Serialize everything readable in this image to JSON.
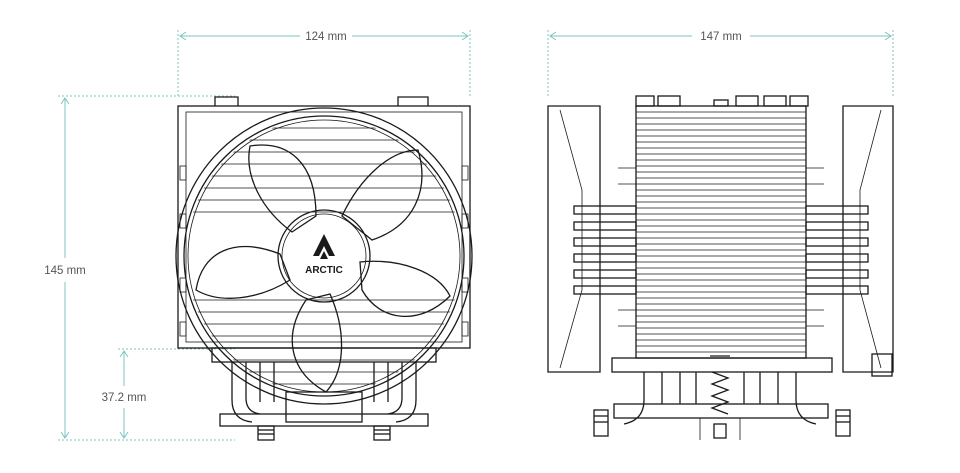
{
  "dimensions": {
    "front_width": "124 mm",
    "side_width": "147 mm",
    "height": "145 mm",
    "base_clearance": "37.2 mm"
  },
  "logo_text": "ARCTIC",
  "colors": {
    "dimension_line": "#7cc4c0",
    "dimension_text": "#555555",
    "drawing_line": "#1a1a1a"
  }
}
